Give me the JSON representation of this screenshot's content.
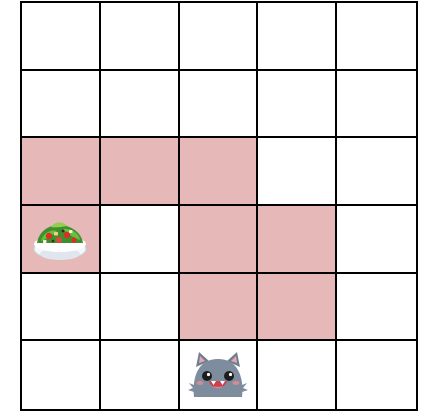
{
  "grid": {
    "rows": 6,
    "cols": 5,
    "colors": {
      "empty": "#ffffff",
      "blocked": "#e6b8b7",
      "line": "#000000"
    },
    "blocked_cells": [
      [
        2,
        0
      ],
      [
        2,
        1
      ],
      [
        2,
        2
      ],
      [
        3,
        0
      ],
      [
        3,
        2
      ],
      [
        3,
        3
      ],
      [
        4,
        2
      ],
      [
        4,
        3
      ]
    ]
  },
  "pieces": {
    "goal": {
      "row": 3,
      "col": 0,
      "icon": "salad-bowl-icon"
    },
    "player": {
      "row": 5,
      "col": 2,
      "icon": "gray-cat-monster-icon"
    }
  }
}
